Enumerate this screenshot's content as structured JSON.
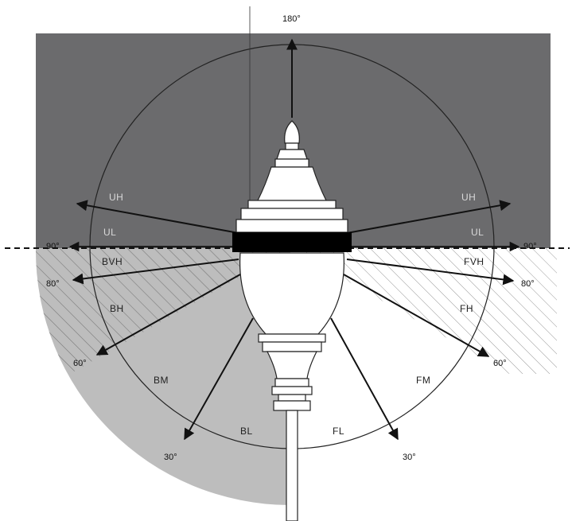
{
  "diagram": {
    "angles": {
      "top": "180°",
      "left_90": "90°",
      "right_90": "90°",
      "left_80": "80°",
      "right_80": "80°",
      "left_60": "60°",
      "right_60": "60°",
      "left_30": "30°",
      "right_30": "30°"
    },
    "zones": {
      "uh_left": "UH",
      "uh_right": "UH",
      "ul_left": "UL",
      "ul_right": "UL",
      "bvh": "BVH",
      "fvh": "FVH",
      "bh": "BH",
      "fh": "FH",
      "bm": "BM",
      "fm": "FM",
      "bl": "BL",
      "fl": "FL"
    },
    "colors": {
      "uplight_region": "#6b6b6d",
      "backlight_region": "#b9b9b9",
      "hatch": "#8a8a8a",
      "lines": "#111111"
    }
  }
}
